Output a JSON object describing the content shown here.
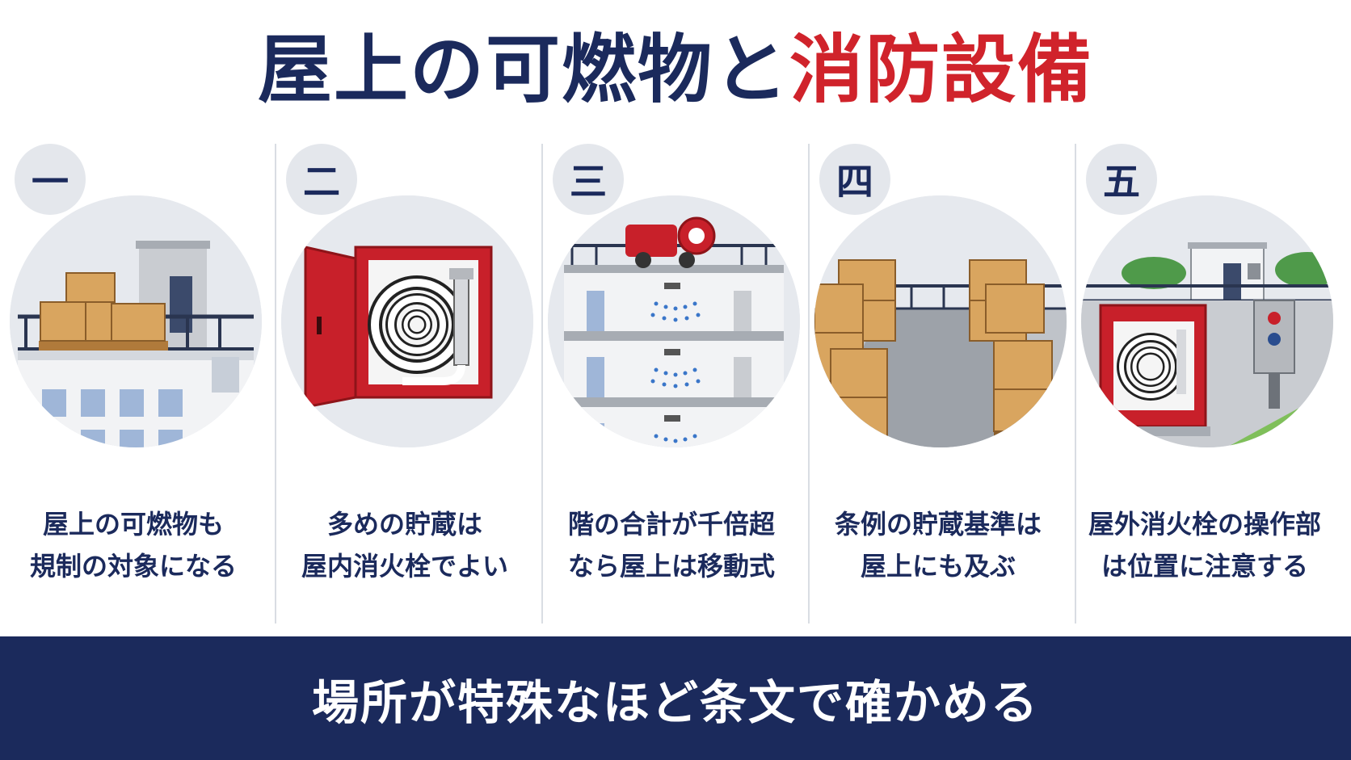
{
  "title": {
    "part1": "屋上の可燃物と",
    "part2": "消防設備"
  },
  "items": [
    {
      "num": "一",
      "line1": "屋上の可燃物も",
      "line2": "規制の対象になる"
    },
    {
      "num": "二",
      "line1": "多めの貯蔵は",
      "line2": "屋内消火栓でよい"
    },
    {
      "num": "三",
      "line1": "階の合計が千倍超",
      "line2": "なら屋上は移動式"
    },
    {
      "num": "四",
      "line1": "条例の貯蔵基準は",
      "line2": "屋上にも及ぶ"
    },
    {
      "num": "五",
      "line1": "屋外消火栓の操作部",
      "line2": "は位置に注意する"
    }
  ],
  "footer": {
    "text": "場所が特殊なほど条文で確かめる"
  },
  "colors": {
    "navy": "#1b2a5c",
    "red": "#d0232b",
    "box": "#d9a55f",
    "sky": "#e6e9ee"
  },
  "icons": [
    "rooftop-boxes-icon",
    "indoor-hydrant-icon",
    "mobile-pump-sprinkler-icon",
    "rooftop-storage-icon",
    "outdoor-hydrant-icon"
  ]
}
